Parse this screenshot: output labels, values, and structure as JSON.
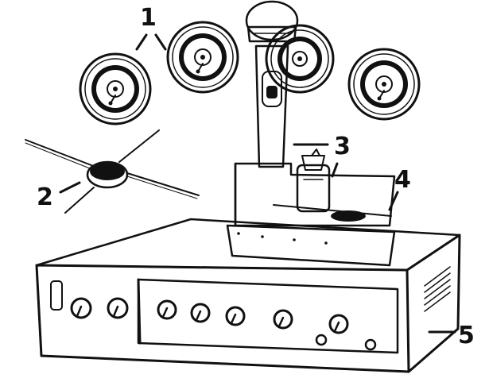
{
  "callouts": {
    "c1": "1",
    "c2": "2",
    "c3": "3",
    "c4": "4",
    "c5": "5"
  },
  "icons": {
    "ceiling_speakers": "ceiling-speaker-icon",
    "boundary_mic": "boundary-microphone-icon",
    "handheld_mic": "handheld-microphone-icon",
    "bodypack": "bodypack-transmitter-icon",
    "charger": "charging-dock-icon",
    "receiver": "receiver-unit-icon"
  },
  "colors": {
    "ink": "#111111",
    "paper": "#ffffff"
  }
}
